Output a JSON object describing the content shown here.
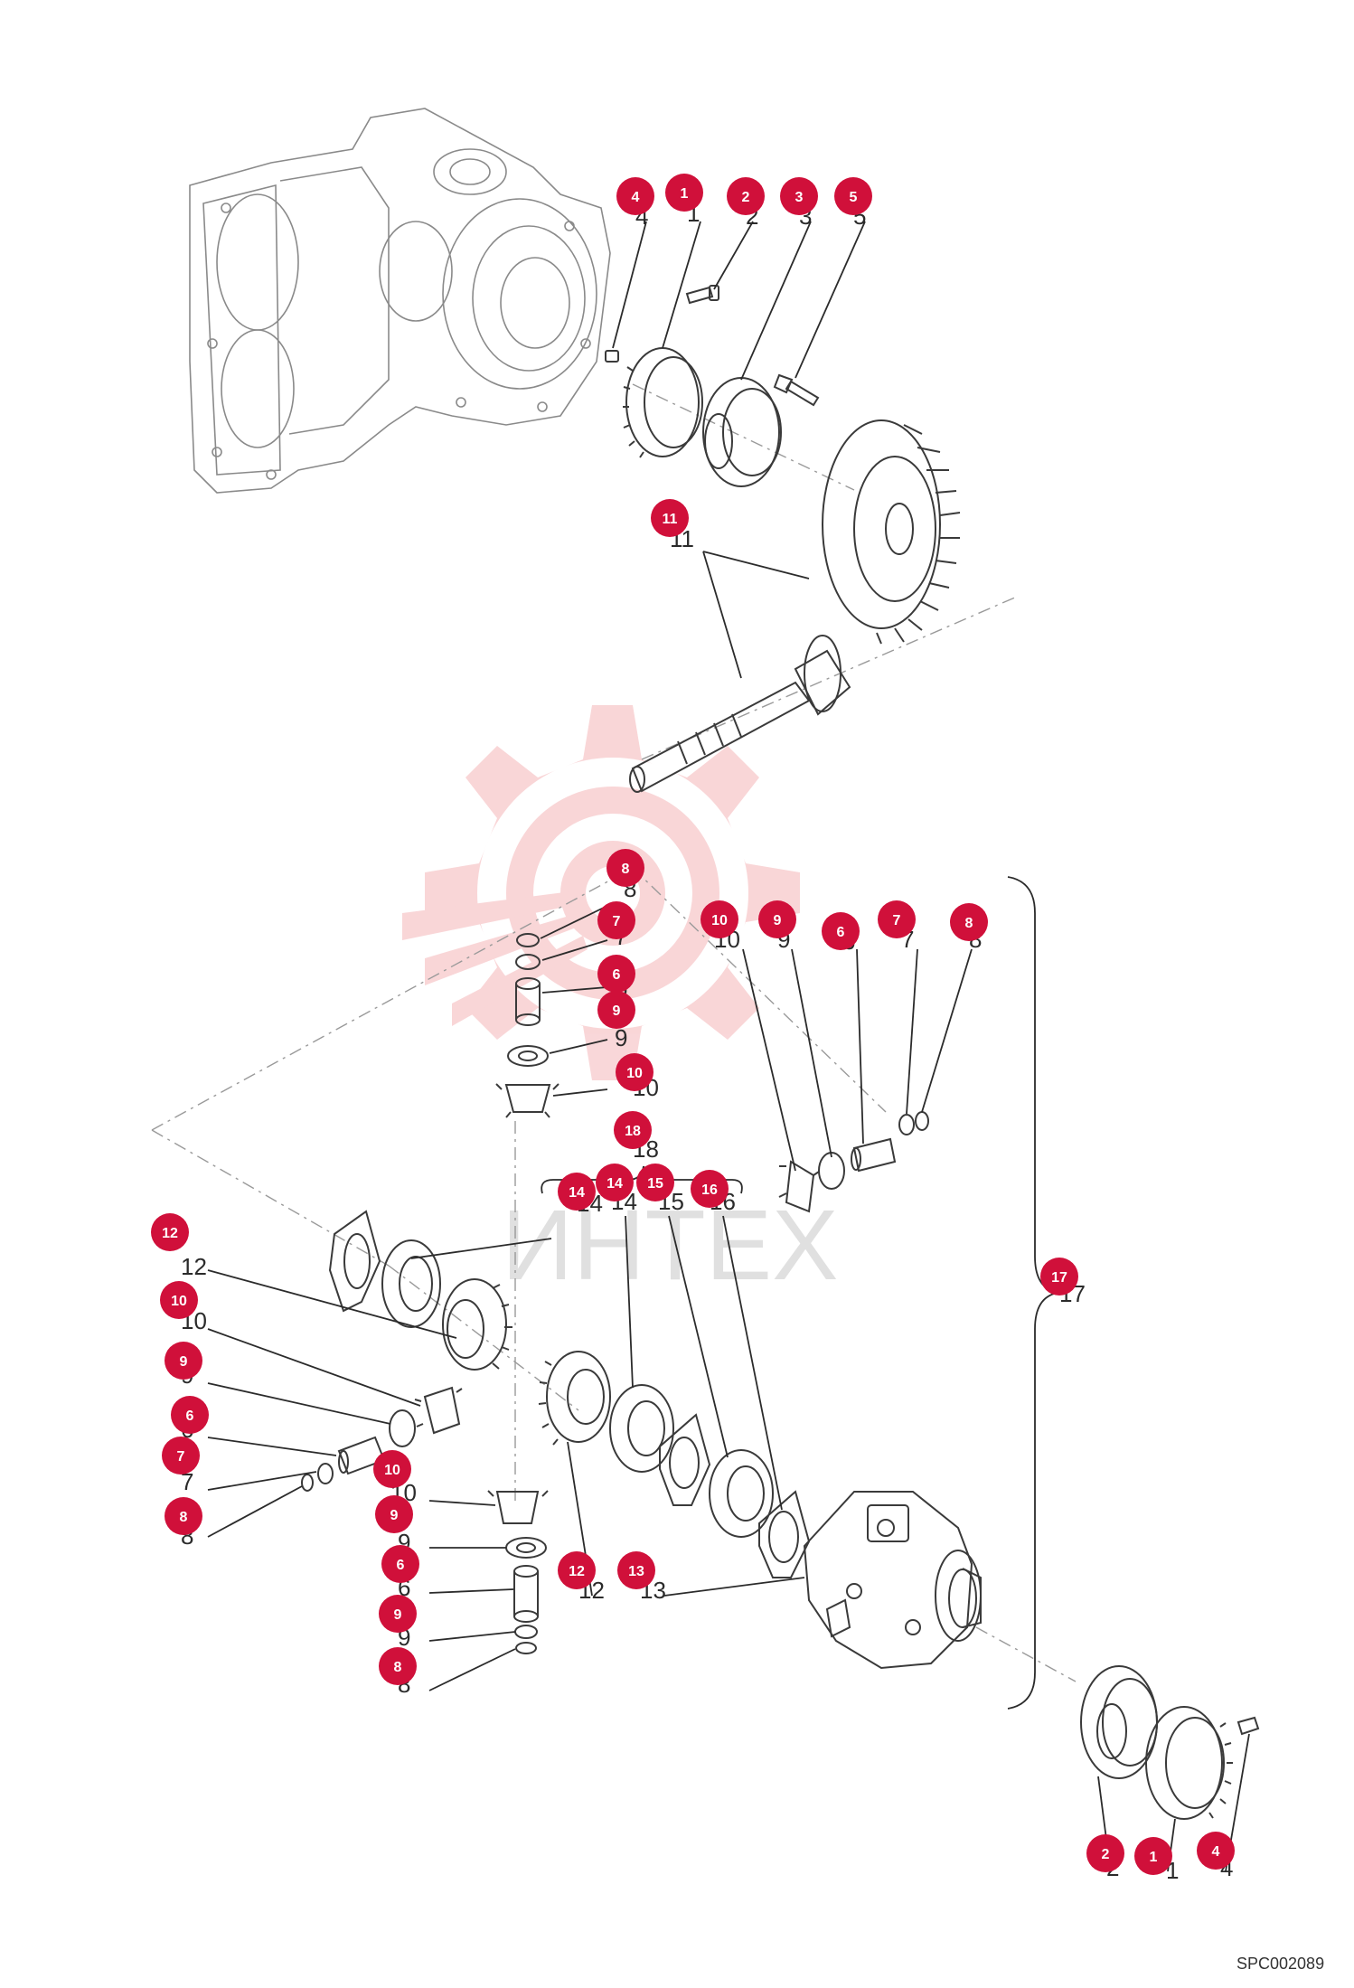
{
  "diagram": {
    "drawing_code": "SPC002089",
    "watermark": {
      "logo": "gear-target-logo",
      "text": "ИНТЕХ"
    },
    "callouts": [
      {
        "badge": "4",
        "label": "4"
      },
      {
        "badge": "1",
        "label": "1"
      },
      {
        "badge": "2",
        "label": "2"
      },
      {
        "badge": "3",
        "label": "3"
      },
      {
        "badge": "5",
        "label": "5"
      },
      {
        "badge": "11",
        "label": "11"
      },
      {
        "badge": "8",
        "label": "8"
      },
      {
        "badge": "7",
        "label": "7"
      },
      {
        "badge": "6",
        "label": "6"
      },
      {
        "badge": "9",
        "label": "9"
      },
      {
        "badge": "10",
        "label": "10"
      },
      {
        "badge": "10",
        "label": "10"
      },
      {
        "badge": "9",
        "label": "9"
      },
      {
        "badge": "6",
        "label": "6"
      },
      {
        "badge": "7",
        "label": "7"
      },
      {
        "badge": "8",
        "label": "8"
      },
      {
        "badge": "18",
        "label": "18"
      },
      {
        "badge": "14",
        "label": "14"
      },
      {
        "badge": "14",
        "label": "14"
      },
      {
        "badge": "15",
        "label": "15"
      },
      {
        "badge": "16",
        "label": "16"
      },
      {
        "badge": "17",
        "label": "17"
      },
      {
        "badge": "12",
        "label": "12"
      },
      {
        "badge": "10",
        "label": "10"
      },
      {
        "badge": "9",
        "label": "9"
      },
      {
        "badge": "6",
        "label": "6"
      },
      {
        "badge": "7",
        "label": "7"
      },
      {
        "badge": "8",
        "label": "8"
      },
      {
        "badge": "10",
        "label": "10"
      },
      {
        "badge": "9",
        "label": "9"
      },
      {
        "badge": "6",
        "label": "6"
      },
      {
        "badge": "9",
        "label": "9"
      },
      {
        "badge": "8",
        "label": "8"
      },
      {
        "badge": "12",
        "label": "12"
      },
      {
        "badge": "13",
        "label": "13"
      },
      {
        "badge": "2",
        "label": "2"
      },
      {
        "badge": "1",
        "label": "1"
      },
      {
        "badge": "4",
        "label": "4"
      }
    ]
  }
}
